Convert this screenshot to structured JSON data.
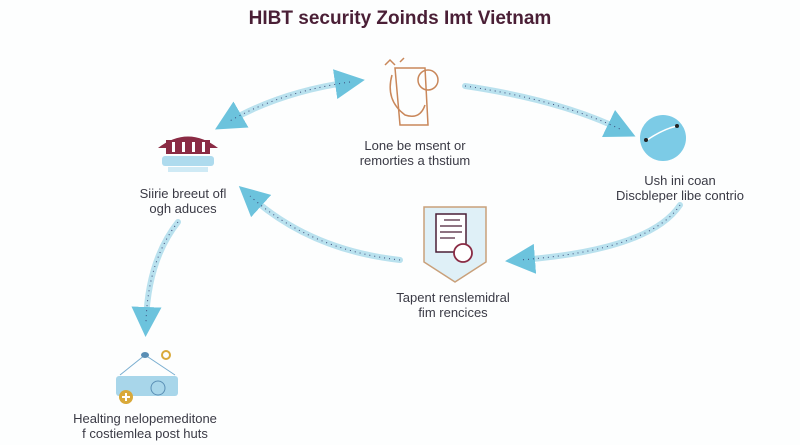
{
  "title": "HIBT security Zoinds Imt Vietnam",
  "nodes": [
    {
      "id": "top",
      "icon": "person-carrying-icon",
      "line1": "Lone be msent or",
      "line2": "remorties a thstium"
    },
    {
      "id": "left",
      "icon": "bank-building-icon",
      "line1": "Siirie breeut ofl",
      "line2": "ogh aduces"
    },
    {
      "id": "right",
      "icon": "sphere-icon",
      "line1": "Ush ini coan",
      "line2": "Discbleper libe contrio"
    },
    {
      "id": "center",
      "icon": "shield-document-icon",
      "line1": "Tapent renslemidral",
      "line2": "fim rencices"
    },
    {
      "id": "bottom",
      "icon": "card-device-icon",
      "line1": "Healting nelopemeditone",
      "line2": "f costiemlea post huts"
    }
  ],
  "colors": {
    "title": "#4a1f36",
    "arrow": "#6cc3dd",
    "icon_accent": "#8a2b44",
    "orange": "#c9875a"
  }
}
